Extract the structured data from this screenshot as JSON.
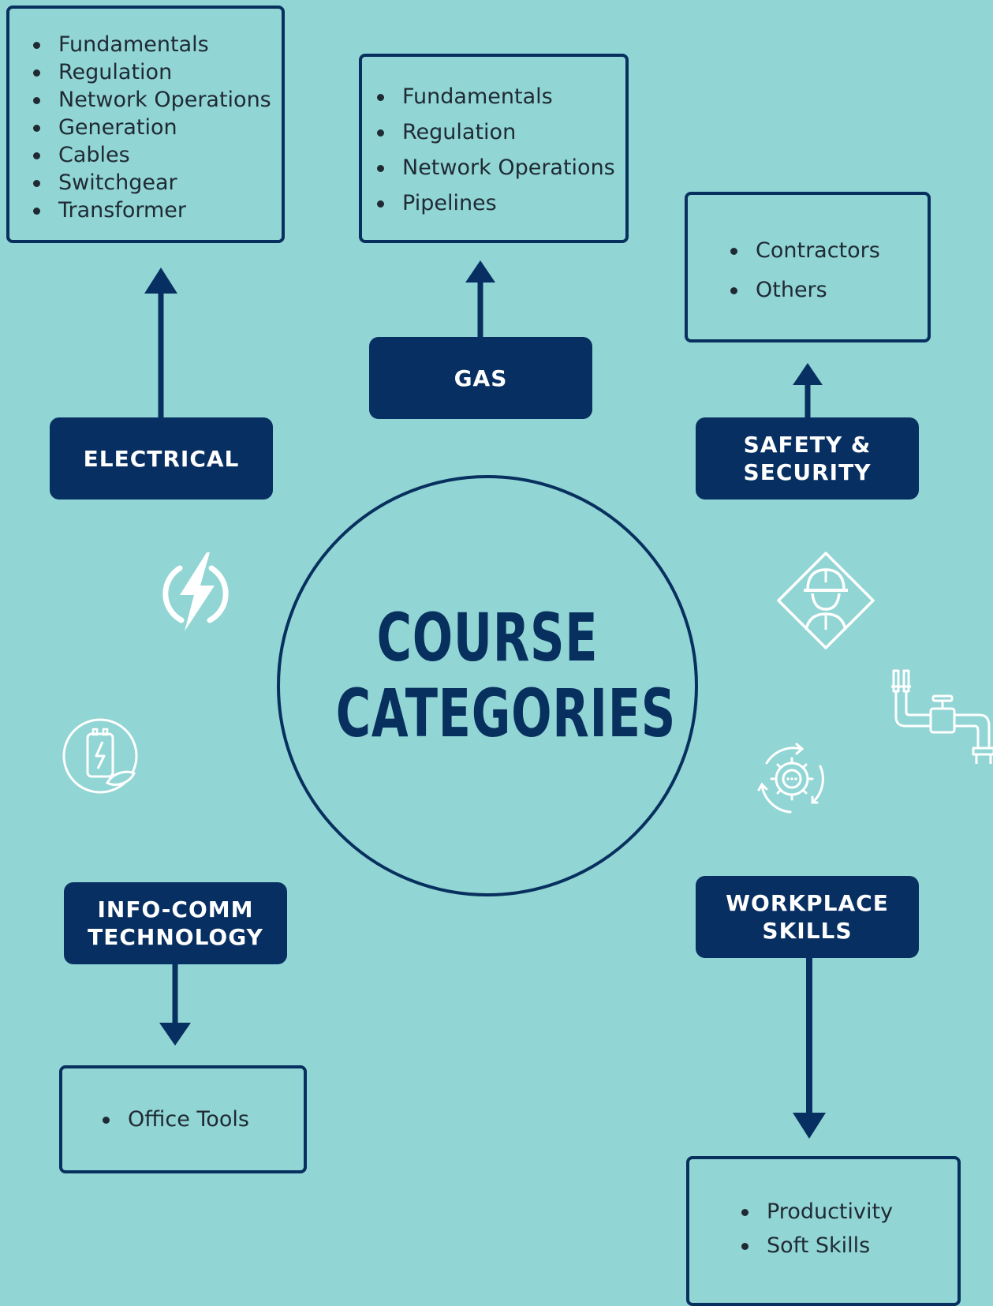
{
  "title": {
    "line1": "COURSE",
    "line2": "CATEGORIES"
  },
  "colors": {
    "background": "#91d5d4",
    "navy": "#072f61",
    "text": "#1f2a33",
    "icon": "#ffffff"
  },
  "categories": {
    "electrical": {
      "label": "ELECTRICAL",
      "items": [
        "Fundamentals",
        "Regulation",
        "Network Operations",
        "Generation",
        "Cables",
        "Switchgear",
        "Transformer"
      ]
    },
    "gas": {
      "label": "GAS",
      "items": [
        "Fundamentals",
        "Regulation",
        "Network Operations",
        "Pipelines"
      ]
    },
    "safety": {
      "label_line1": "SAFETY &",
      "label_line2": "SECURITY",
      "items": [
        "Contractors",
        "Others"
      ]
    },
    "infocomm": {
      "label_line1": "INFO-COMM",
      "label_line2": "TECHNOLOGY",
      "items": [
        "Office Tools"
      ]
    },
    "workplace": {
      "label_line1": "WORKPLACE",
      "label_line2": "SKILLS",
      "items": [
        "Productivity",
        "Soft Skills"
      ]
    }
  },
  "icons": [
    "lightning-energy-icon",
    "battery-eco-icon",
    "worker-safety-sign-icon",
    "pipe-faucet-icon",
    "gear-cycle-icon"
  ]
}
